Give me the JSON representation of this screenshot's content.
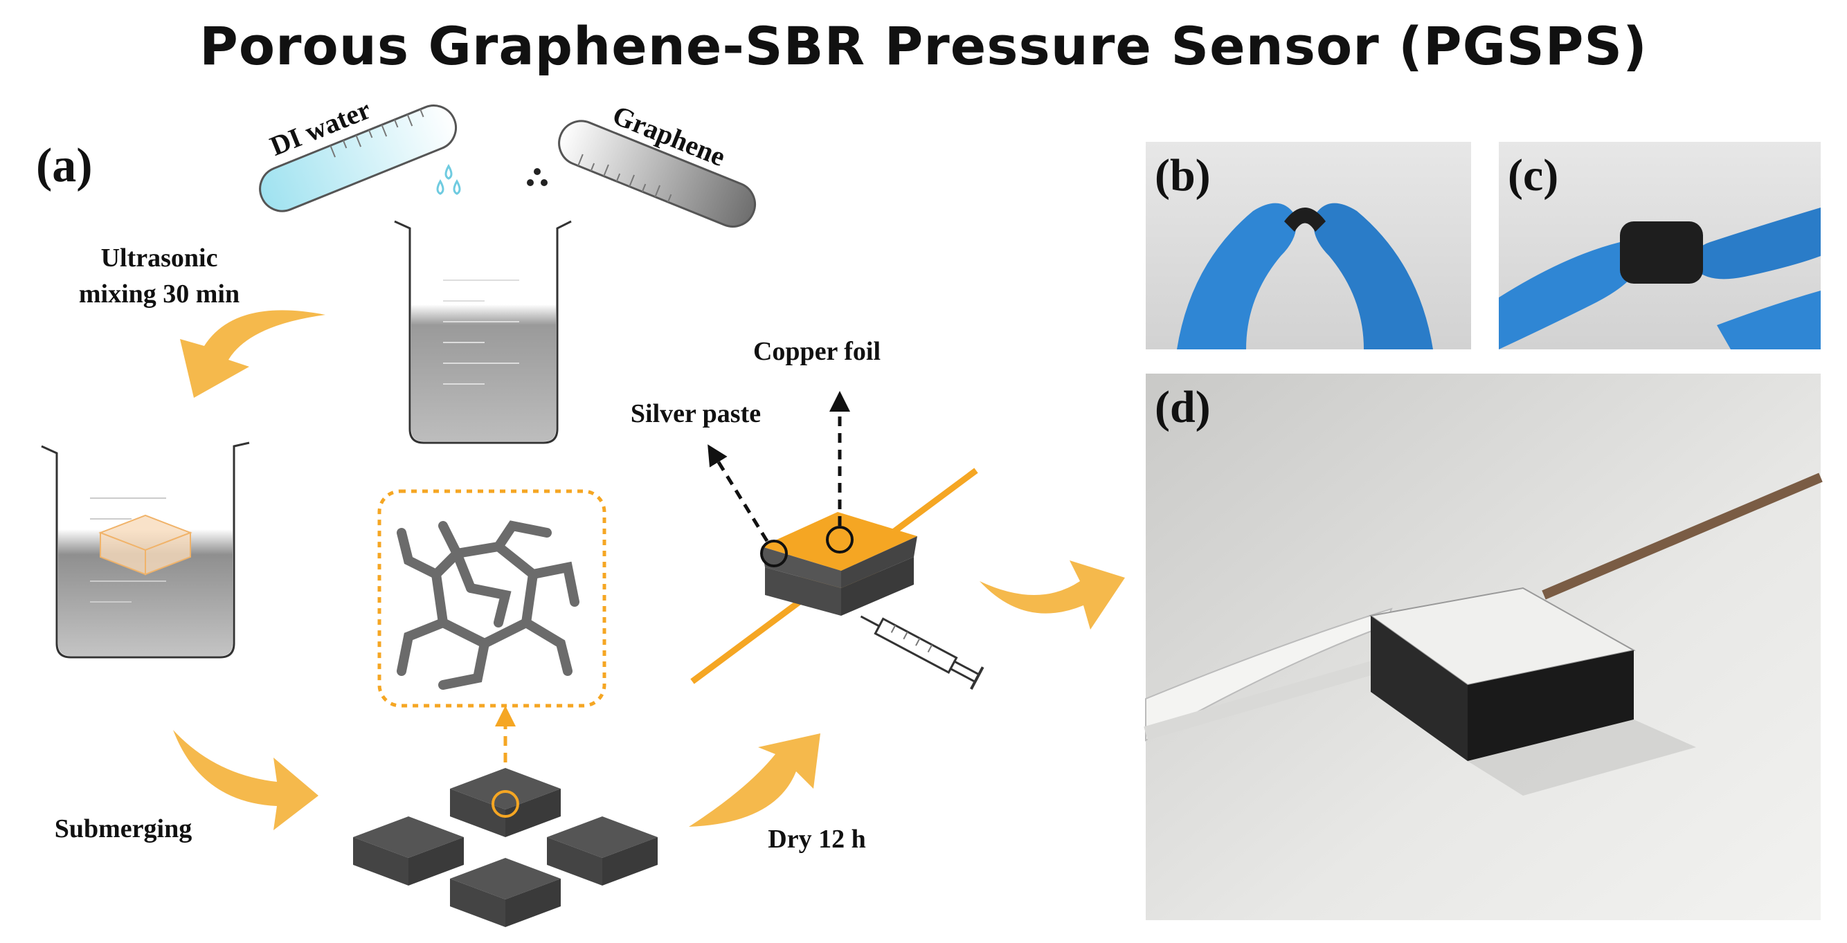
{
  "title": "Porous Graphene-SBR Pressure Sensor (PGSPS)",
  "panels": {
    "a": "(a)",
    "b": "(b)",
    "c": "(c)",
    "d": "(d)"
  },
  "labels": {
    "di_water": "DI water",
    "graphene": "Graphene",
    "ultrasonic_line1": "Ultrasonic",
    "ultrasonic_line2": "mixing 30 min",
    "copper_foil": "Copper foil",
    "silver_paste": "Silver paste",
    "submerging": "Submerging",
    "dry": "Dry 12 h"
  },
  "colors": {
    "accent": "#F5A623",
    "arrow": "#F5B94C",
    "sponge": "#4a4a4a",
    "glove": "#2f86d4",
    "water": "#bfe9f2"
  }
}
